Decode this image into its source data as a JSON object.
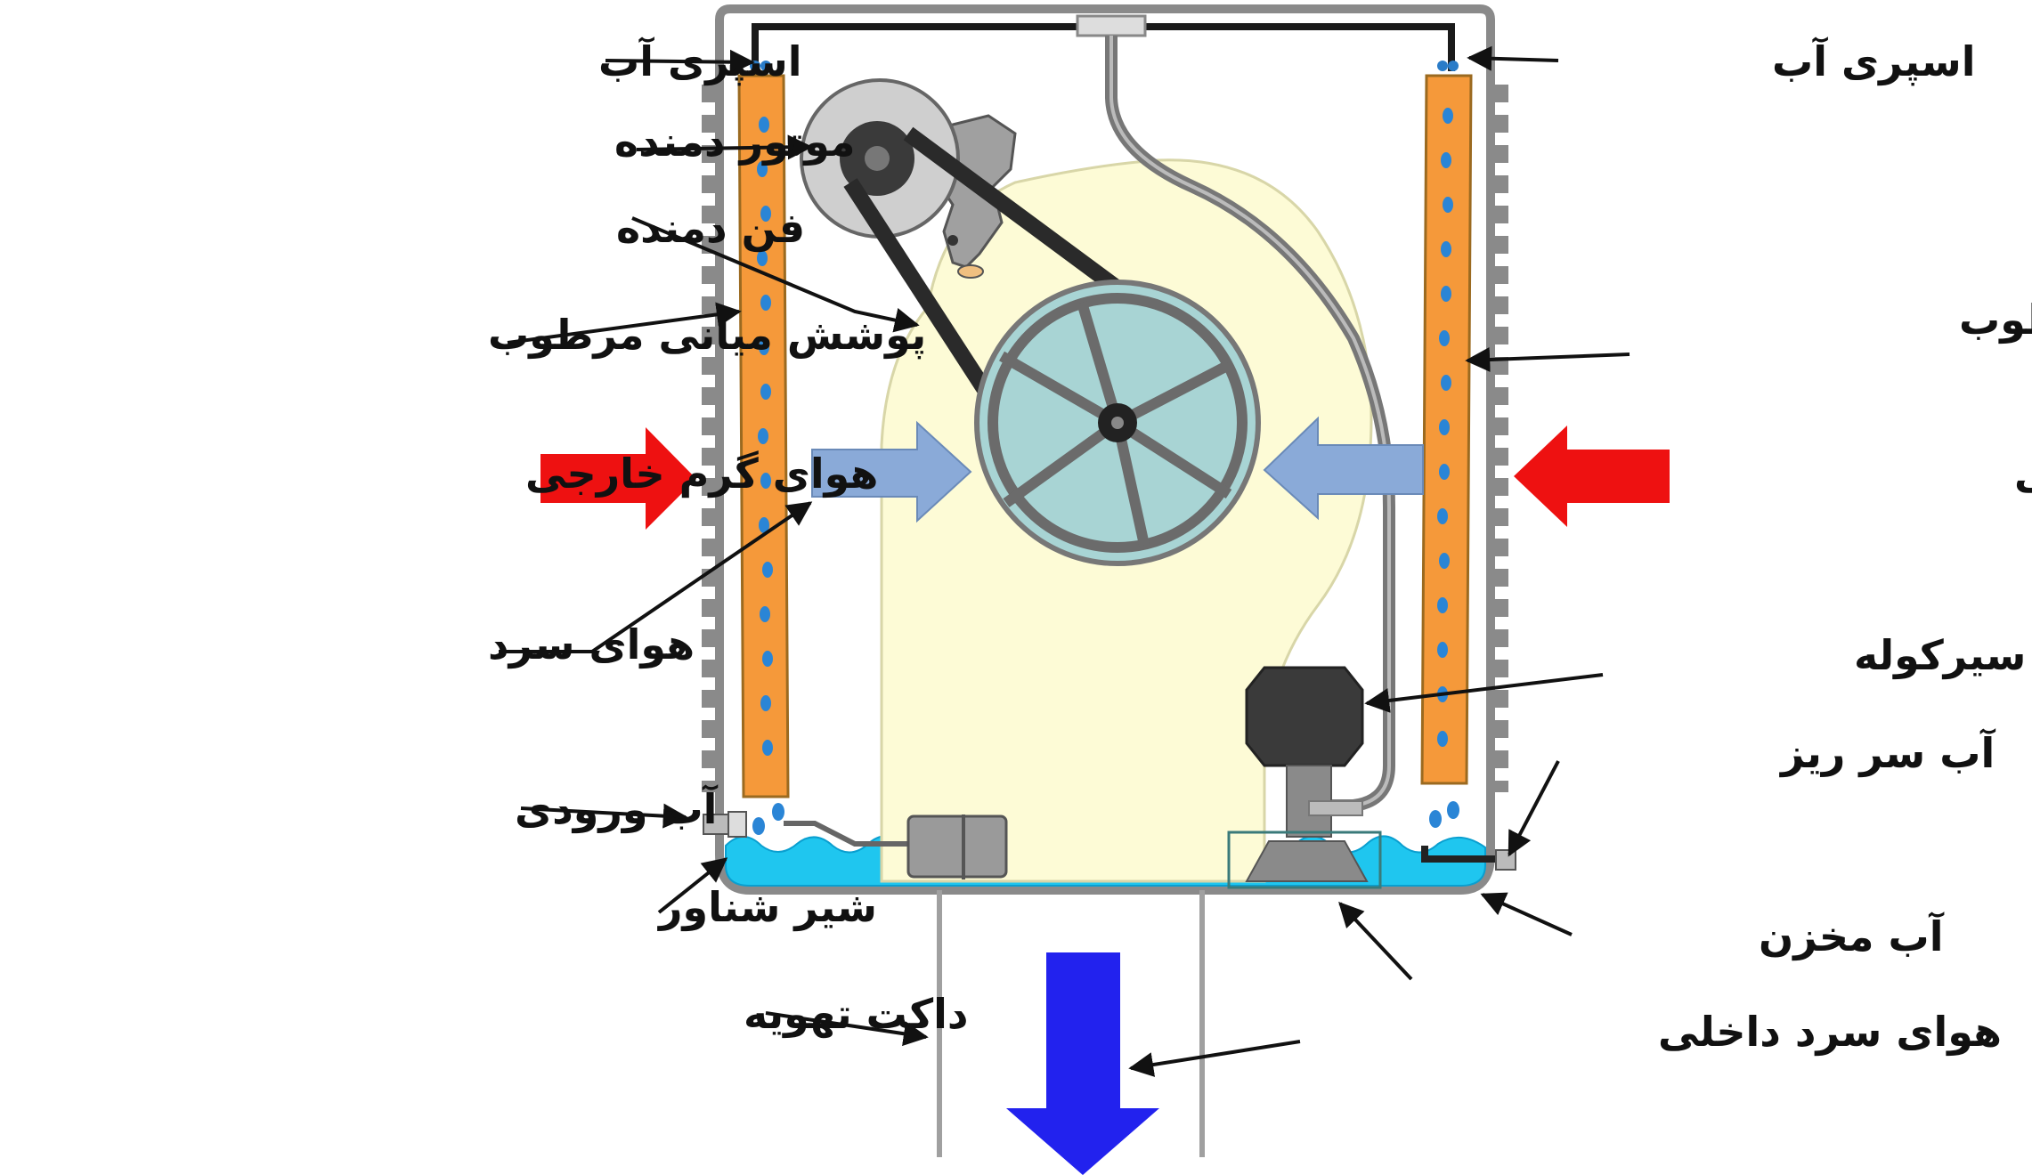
{
  "labels": {
    "water_spray_left": "اسپری آب",
    "water_spray_right": "اسپری آب",
    "blower_motor": "موتور دمنده",
    "blower_fan": "فن دمنده",
    "wet_pad_left": "پوشش میانی مرطوب",
    "wet_pad_right": "پوشش میانی مرطوب",
    "hot_air_left": "هوای گرم خارجی",
    "hot_air_right": "هوای گرم خارجی",
    "cool_air": "هوای سرد",
    "circulation_pump": "پمپ سیرکوله",
    "overflow_water": "آب سر ریز",
    "inlet_water": "آب ورودی",
    "float_valve": "شیر شناور",
    "reservoir_water": "آب مخزن",
    "vent_duct": "داکت تهویه",
    "indoor_cool_air": "هوای سرد داخلی"
  },
  "colors": {
    "hot_air_arrow": "#ee1111",
    "cool_air_arrow": "#8aaad8",
    "indoor_air_arrow": "#2222ee",
    "pad": "#f5993a",
    "water": "#1fc6ef",
    "fan_housing": "#fdfbd6",
    "fan_wheel": "#a8d4d4",
    "frame": "#7a7a7a"
  }
}
